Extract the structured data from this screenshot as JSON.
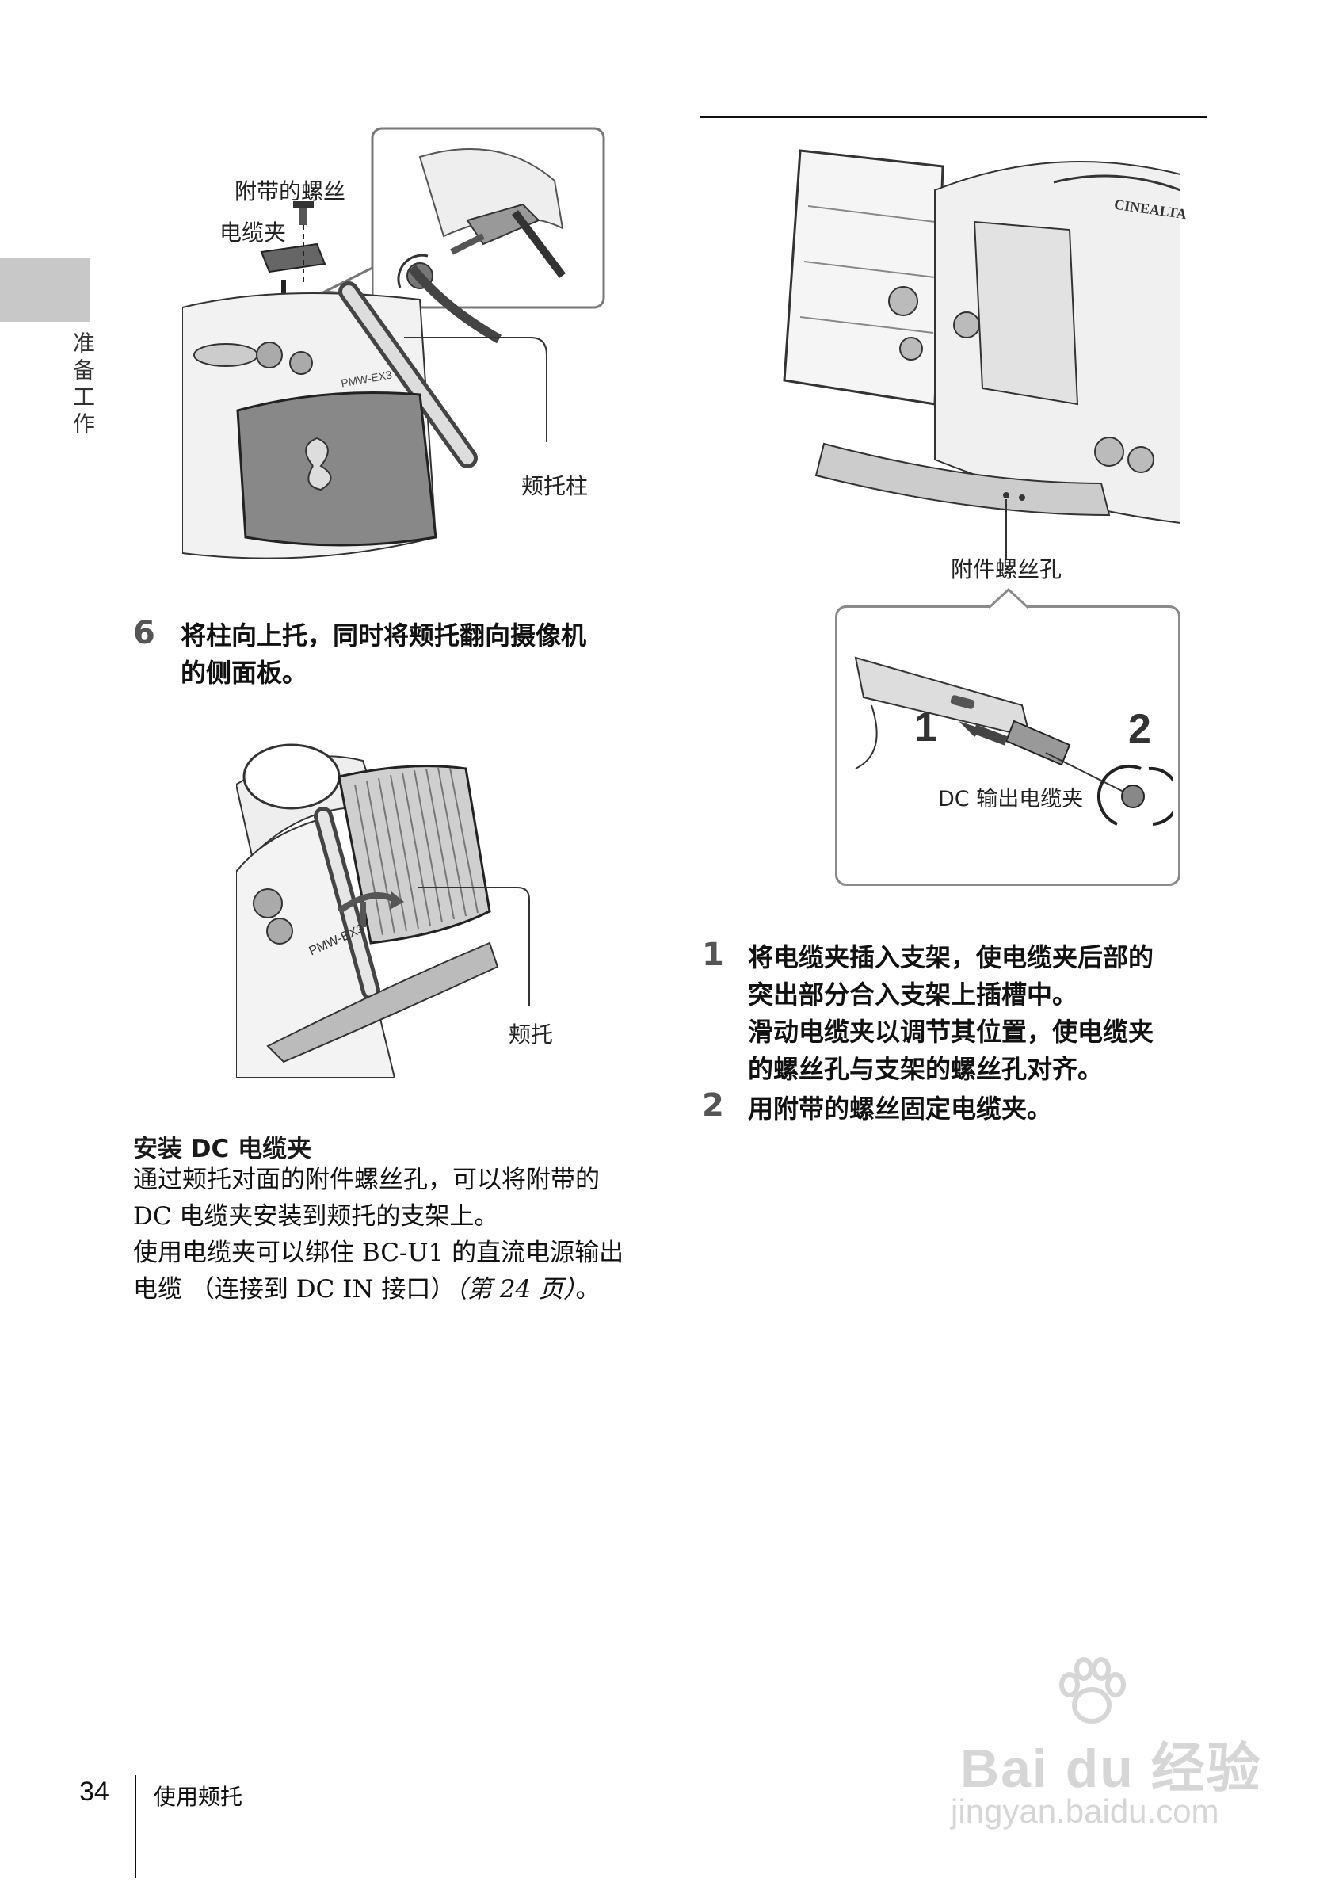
{
  "side_tab": {
    "label": "准备工作"
  },
  "figure1": {
    "labels": {
      "screw": "附带的螺丝",
      "clip": "电缆夹",
      "pole": "颊托柱",
      "model": "PMW-EX3"
    }
  },
  "step6": {
    "number": "6",
    "lines": [
      "将柱向上托，同时将颊托翻向摄像机",
      "的侧面板。"
    ]
  },
  "figure2": {
    "labels": {
      "cheek": "颊托",
      "model": "PMW-EX3"
    }
  },
  "section": {
    "title": "安装 DC 电缆夹",
    "lines": [
      "通过颊托对面的附件螺丝孔，可以将附带的",
      "DC 电缆夹安装到颊托的支架上。",
      "使用电缆夹可以绑住 BC-U1 的直流电源输出",
      "电缆 （连接到 DC IN 接口）"
    ],
    "page_ref": "（第 24 页）",
    "end": "。"
  },
  "figure3": {
    "labels": {
      "hole": "附件螺丝孔",
      "camera_brand": "CINEALTA"
    }
  },
  "figure4": {
    "labels": {
      "step1": "1",
      "step2": "2",
      "clip": "DC 输出电缆夹"
    }
  },
  "step1": {
    "number": "1",
    "lines": [
      "将电缆夹插入支架，使电缆夹后部的",
      "突出部分合入支架上插槽中。",
      "滑动电缆夹以调节其位置，使电缆夹",
      "的螺丝孔与支架的螺丝孔对齐。"
    ]
  },
  "step2": {
    "number": "2",
    "lines": [
      "用附带的螺丝固定电缆夹。"
    ]
  },
  "footer": {
    "page_number": "34",
    "title": "使用颊托"
  },
  "watermark": {
    "brand": "Bai du 经验",
    "url": "jingyan.baidu.com"
  }
}
